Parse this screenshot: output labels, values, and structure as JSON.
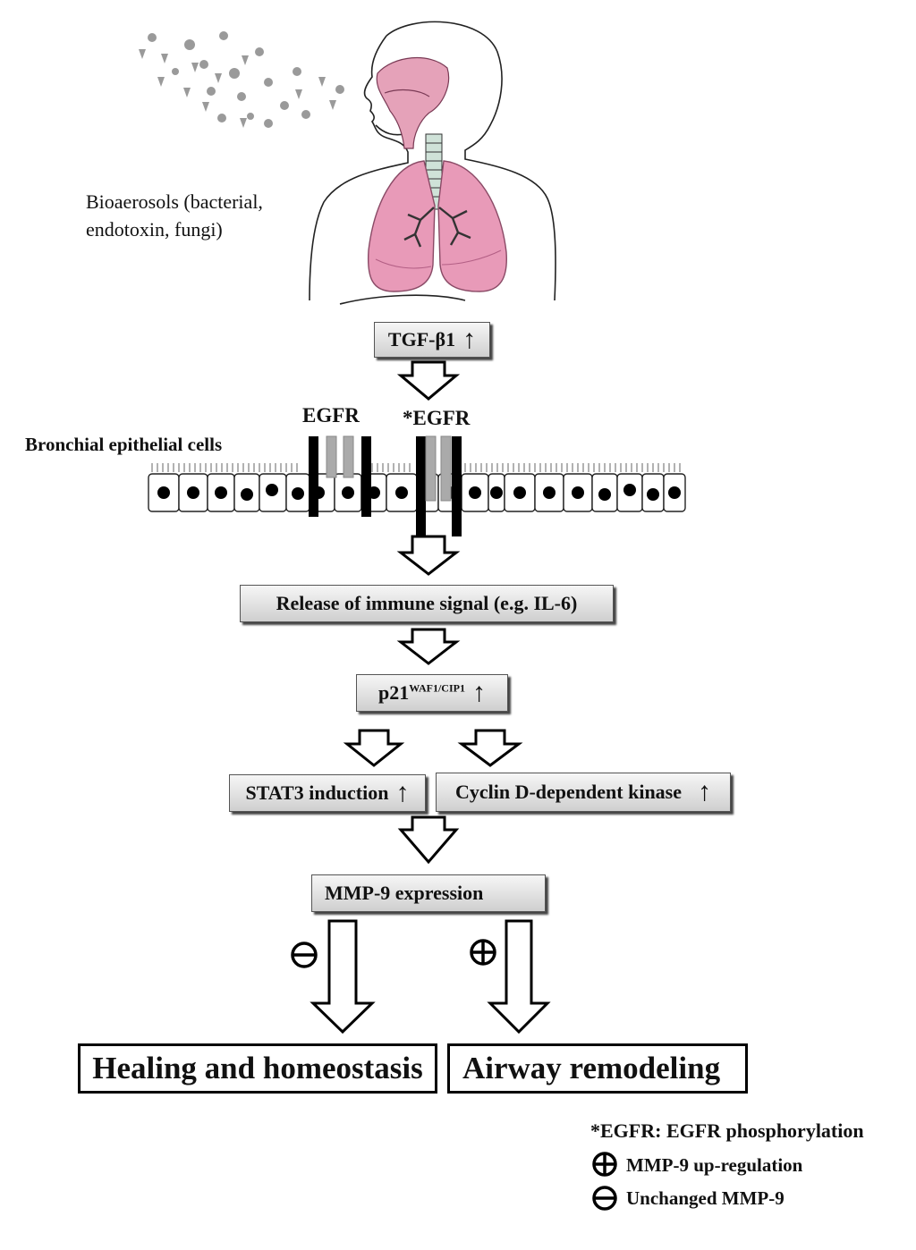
{
  "source_label": "Bioaerosols (bacterial,\nendotoxin, fungi)",
  "source_label_line1": "Bioaerosols (bacterial,",
  "source_label_line2": "endotoxin, fungi)",
  "cell_layer_label": "Bronchial epithelial cells",
  "receptors": {
    "egfr": "EGFR",
    "phospho_egfr": "*EGFR"
  },
  "pathway": {
    "tgf": "TGF-β1",
    "immune": "Release of immune signal (e.g. IL-6)",
    "p21": "p21",
    "p21_superscript": "WAF1/CIP1",
    "stat3": "STAT3 induction",
    "cyclin": "Cyclin D-dependent kinase",
    "mmp9": "MMP-9 expression",
    "up_arrow": "↑"
  },
  "outcomes": {
    "left": "Healing and homeostasis",
    "left_sign": "⊖",
    "right": "Airway remodeling",
    "right_sign": "⊕"
  },
  "legend": {
    "egfr_note": "*EGFR: EGFR phosphorylation",
    "plus_label": "MMP-9 up-regulation",
    "minus_label": "Unchanged MMP-9"
  },
  "colors": {
    "lung_pink": "#e89ab8",
    "airway_pink": "#d76f96",
    "box_fill": "#dcdcdc"
  }
}
